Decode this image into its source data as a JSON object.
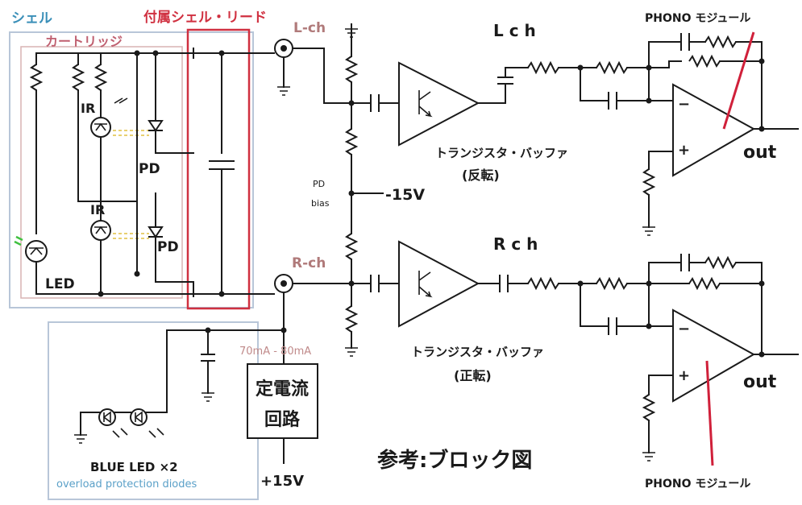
{
  "labels": {
    "shell": "シェル",
    "shell_lead": "付属シェル・リード",
    "cartridge": "カートリッジ",
    "ir_top": "IR",
    "ir_bottom": "IR",
    "pd_top": "PD",
    "pd_bottom": "PD",
    "led": "LED",
    "l_ch_jack": "L-ch",
    "r_ch_jack": "R-ch",
    "l_ch_title": "L c h",
    "r_ch_title": "R c h",
    "pd_bias_1": "PD",
    "pd_bias_2": "bias",
    "minus_15v": "-15V",
    "plus_15v": "+15V",
    "buffer_l_1": "トランジスタ・バッファ",
    "buffer_l_2": "(反転)",
    "buffer_r_1": "トランジスタ・バッファ",
    "buffer_r_2": "(正転)",
    "phono_top": "PHONO モジュール",
    "phono_bottom": "PHONO モジュール",
    "out_top": "out",
    "out_bottom": "out",
    "current_range": "70mA - 80mA",
    "cc_1": "定電流",
    "cc_2": "回路",
    "blue_led": "BLUE LED ×2",
    "overload": "overload protection diodes",
    "reference": "参考:ブロック図",
    "minus_sign_top": "−",
    "plus_sign_top": "+",
    "minus_sign_bottom": "−",
    "plus_sign_bottom": "+"
  },
  "colors": {
    "shell_label": "#3a8fb8",
    "lead_label": "#d03040",
    "red_box": "#d03040",
    "jack_label": "#b07a7a",
    "current_label": "#c08a8a",
    "overload_label": "#5aa0c8",
    "phono_line": "#d0203a",
    "box_outline": "#b8c6d8"
  }
}
